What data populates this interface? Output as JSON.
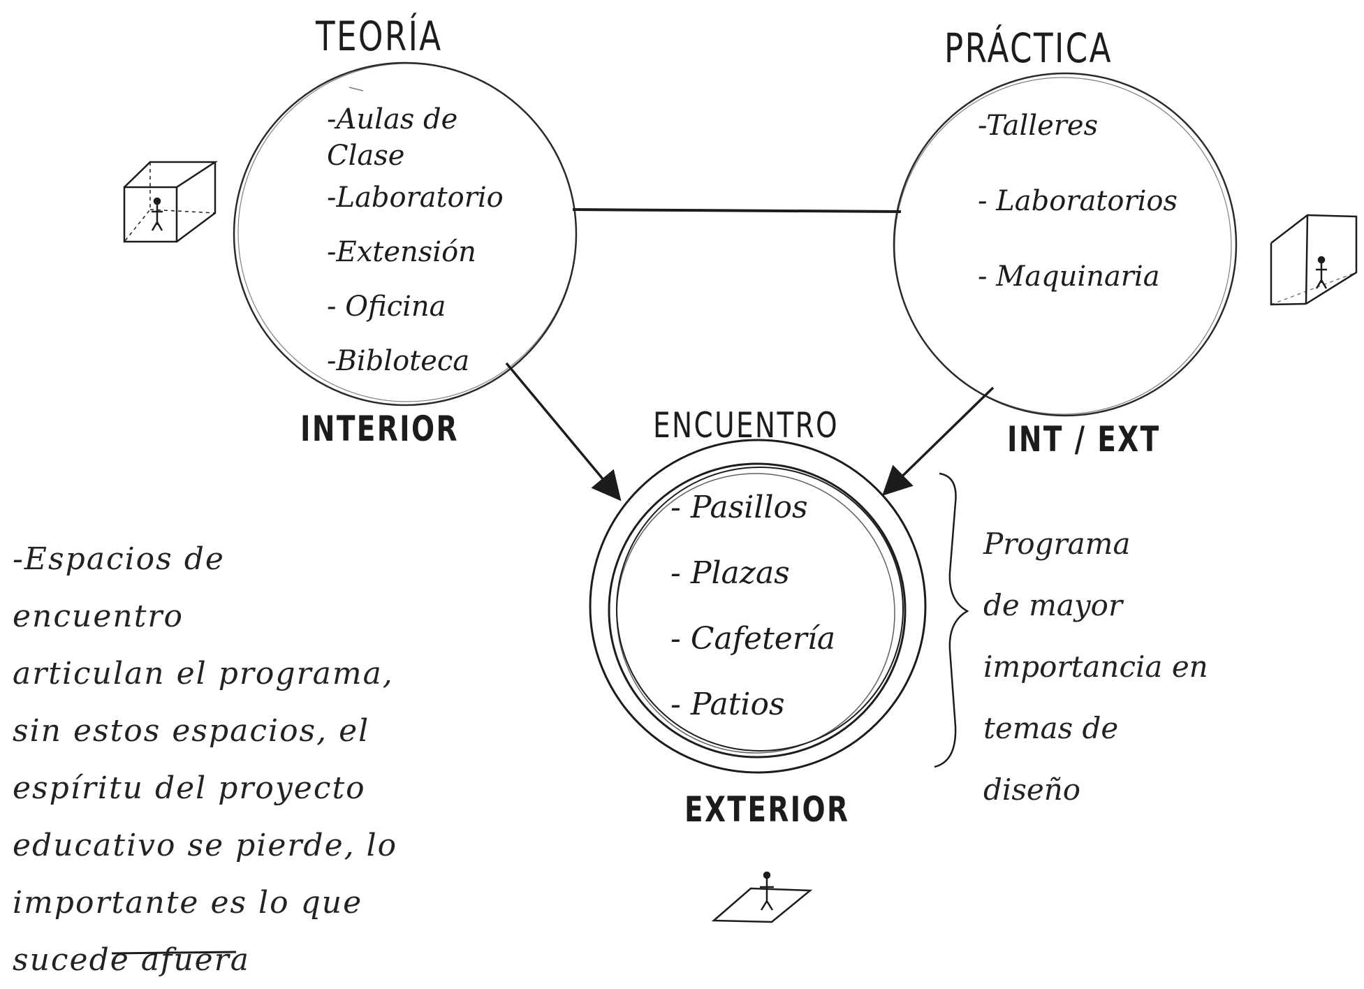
{
  "diagram": {
    "theory": {
      "title": "TEORÍA",
      "items": [
        "-Aulas de Clase",
        "-Laboratorio",
        "-Extensión",
        "- Oficina",
        "-Bibloteca"
      ],
      "zone": "INTERIOR"
    },
    "practice": {
      "title": "PRÁCTICA",
      "items": [
        "-Talleres",
        "- Laboratorios",
        "- Maquinaria"
      ],
      "zone": "INT / EXT"
    },
    "meeting": {
      "title": "ENCUENTRO",
      "items": [
        "- Pasillos",
        "- Plazas",
        "- Cafetería",
        "- Patios"
      ],
      "zone": "EXTERIOR"
    },
    "notes": {
      "left_lines": [
        "-Espacios de encuentro",
        "articulan el programa,",
        "sin estos espacios, el",
        "espíritu del proyecto",
        "educativo se pierde, lo",
        "importante es lo que"
      ],
      "left_last_prefix": "sucede",
      "left_last_emphasis": "afuera",
      "right_lines": [
        "Programa",
        "de mayor",
        "importancia en",
        "temas de diseño"
      ]
    },
    "colors": {
      "ink": "#1c1c1c",
      "paper": "#ffffff"
    }
  }
}
